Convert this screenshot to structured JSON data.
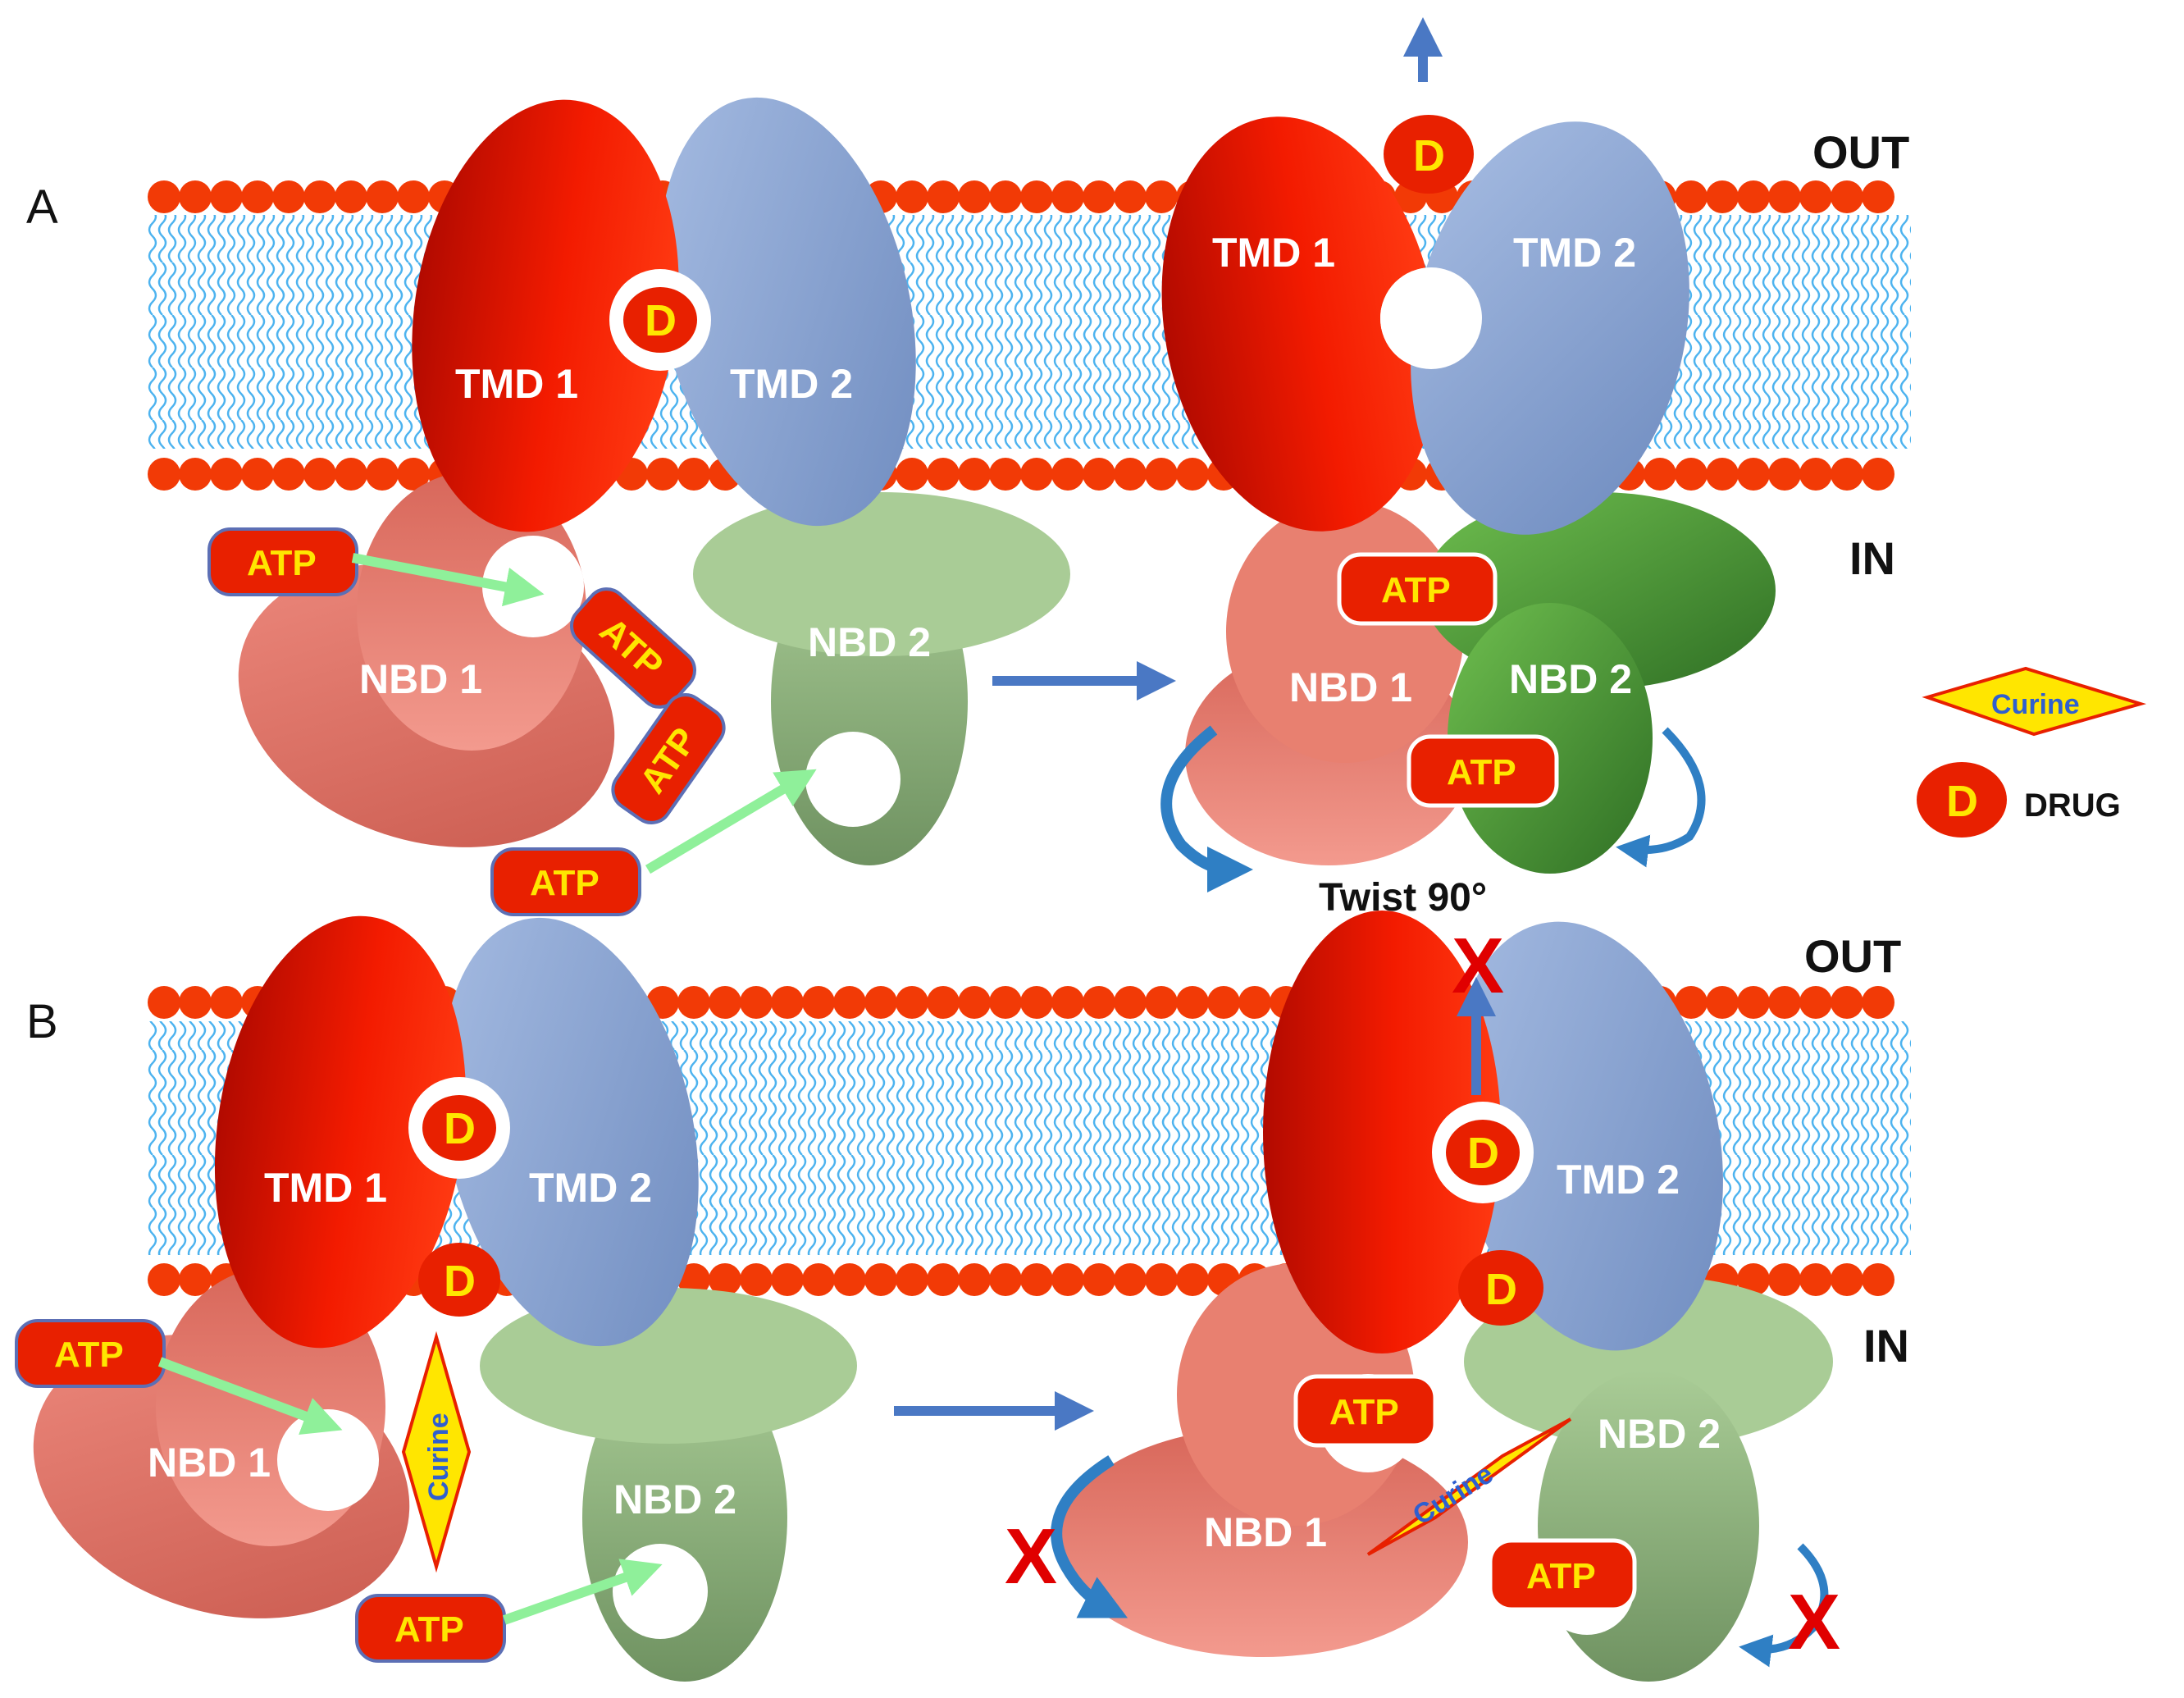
{
  "panels": {
    "a": "A",
    "b": "B"
  },
  "sides": {
    "out": "OUT",
    "in": "IN"
  },
  "domains": {
    "tmd1": "TMD 1",
    "tmd2": "TMD 2",
    "nbd1": "NBD 1",
    "nbd2": "NBD 2"
  },
  "molecules": {
    "atp": "ATP",
    "drug": "D",
    "curine": "Curine"
  },
  "annotations": {
    "twist": "Twist  90°",
    "blocked": "X"
  },
  "legend": {
    "curine": "Curine",
    "drug_symbol": "D",
    "drug_label": "DRUG"
  },
  "colors": {
    "tmd1": "#e81400",
    "tmd2": "#8aa6d4",
    "nbd1": "#e88070",
    "nbd2": "#8fb07a",
    "nbd2_active": "#4e9a32",
    "lipid_head": "#f23a06",
    "lipid_tail": "#4db3ef",
    "atp_fill": "#e82000",
    "label_yellow": "#ffe600",
    "arrow_blue": "#4a78c4",
    "arrow_green": "#8ff09a",
    "x_red": "#e00000"
  }
}
